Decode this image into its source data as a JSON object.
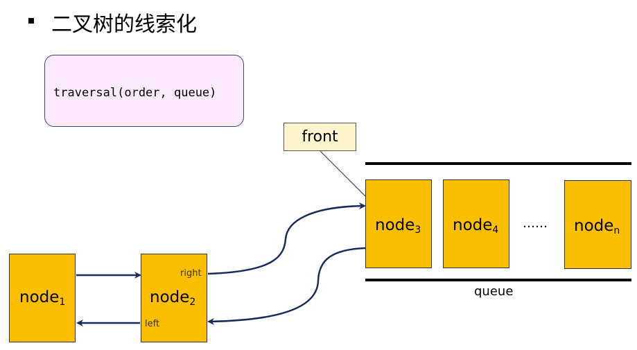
{
  "title": "二叉树的线索化",
  "code": "traversal(order, queue)",
  "front_label": "front",
  "queue_label": "queue",
  "ellipsis": "……",
  "nodes": {
    "node1": {
      "name": "node",
      "sub": "1"
    },
    "node2": {
      "name": "node",
      "sub": "2",
      "right": "right",
      "left": "left"
    },
    "node3": {
      "name": "node",
      "sub": "3"
    },
    "node4": {
      "name": "node",
      "sub": "4"
    },
    "noden": {
      "name": "node",
      "sub": "n"
    }
  },
  "colors": {
    "node_fill": "#fbbf00",
    "arrow": "#1a2a5a",
    "code_box_fill": "#fbe9fd",
    "front_box_fill": "#fdf3cd"
  }
}
